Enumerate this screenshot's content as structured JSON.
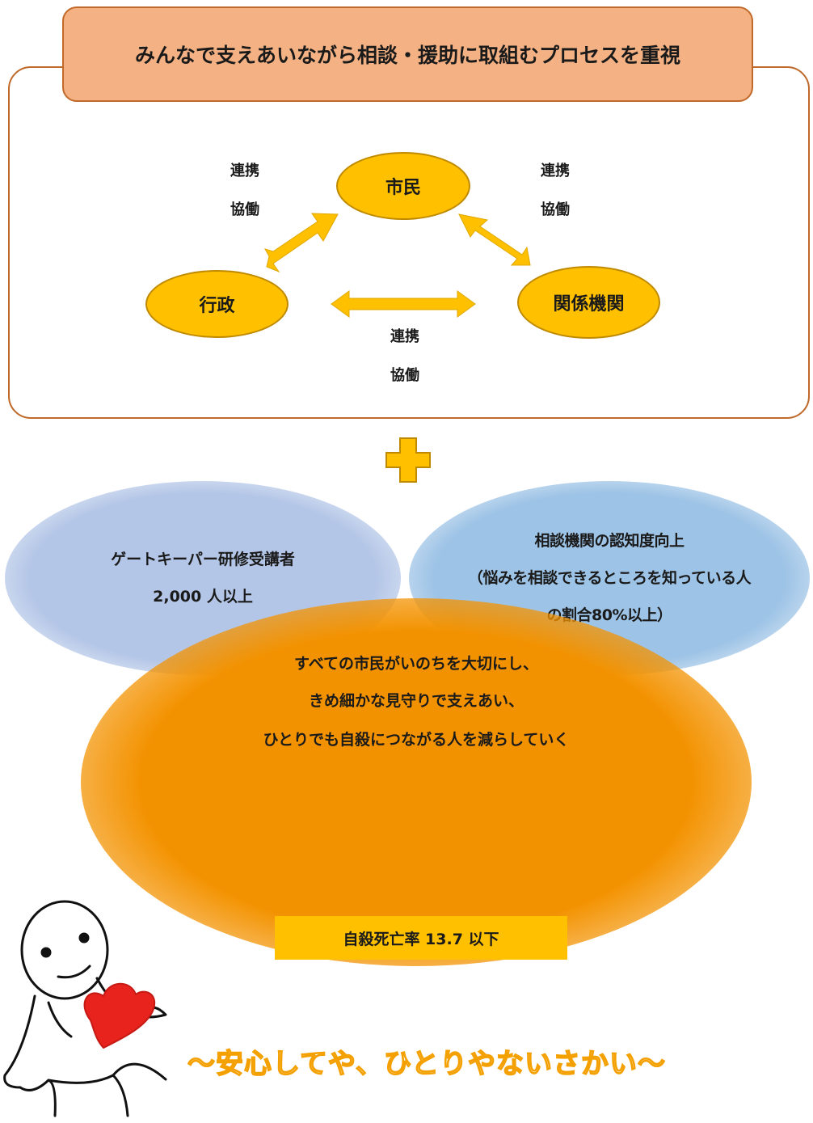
{
  "title": "みんなで支えあいながら相談・援助に取組むプロセスを重視",
  "nodes": {
    "citizens": "市民",
    "government": "行政",
    "agencies": "関係機関"
  },
  "link_labels": {
    "left": [
      "連携",
      "協働"
    ],
    "right": [
      "連携",
      "協働"
    ],
    "bottom": [
      "連携",
      "協働"
    ]
  },
  "goals": {
    "left": [
      "ゲートキーパー研修受講者",
      "2,000 人以上"
    ],
    "right": [
      "相談機関の認知度向上",
      "（悩みを相談できるところを知っている人",
      "の割合80%以上）"
    ]
  },
  "result": {
    "lines": [
      "すべての市民がいのちを大切にし、",
      "きめ細かな見守りで支えあい、",
      "ひとりでも自殺につながる人を減らしていく"
    ],
    "target": "自殺死亡率 13.7 以下"
  },
  "slogan": "～安心してや、ひとりやないさかい～",
  "colors": {
    "title_fill": "#f4b183",
    "frame_border": "#c0692a",
    "node_fill": "#ffc000",
    "arrow": "#ffc000",
    "goal_left": "#b4c6e7",
    "goal_right": "#9dc3e6",
    "result": "#f39200",
    "target": "#ffc000",
    "slogan_outline": "#f4a000",
    "heart": "#e8231e"
  },
  "icons": [
    "plus-icon",
    "down-arrow-icon",
    "mascot-with-heart-icon"
  ]
}
